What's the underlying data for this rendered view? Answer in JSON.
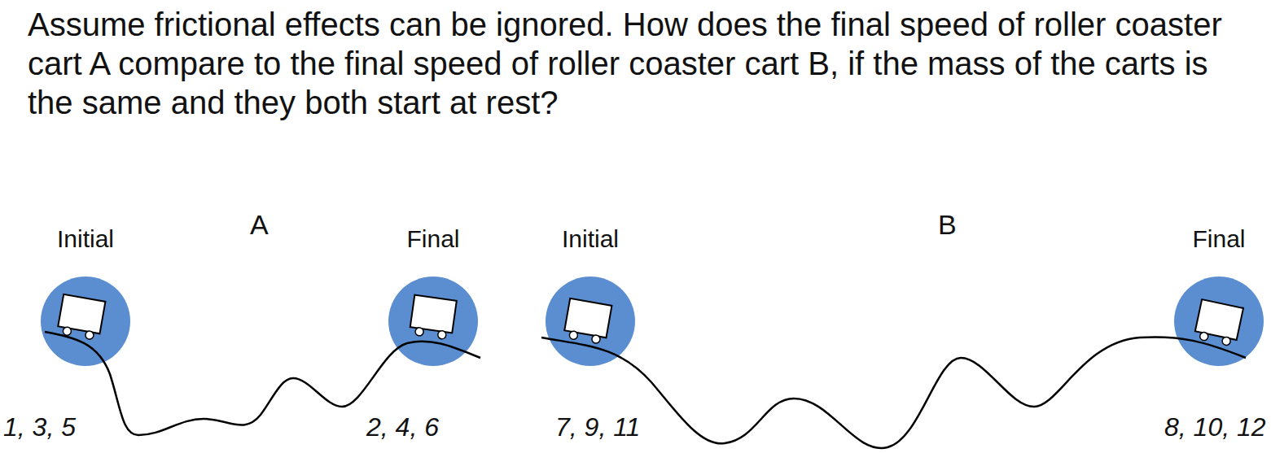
{
  "diagram": {
    "title": "Assume frictional effects can be ignored. How does the final speed of roller coaster cart A compare to the final speed of roller coaster cart B, if the mass of the carts is the same and they both start at rest?",
    "nodes": [
      {
        "text": [
          "Initial"
        ]
      },
      {
        "text": [
          "Final"
        ]
      },
      {
        "text": [
          "Initial"
        ]
      },
      {
        "text": [
          "Final"
        ]
      }
    ],
    "labels": [
      "A",
      "B",
      "1, 3, 5",
      "2, 4, 6",
      "7, 9, 11",
      "8, 10, 12"
    ]
  }
}
